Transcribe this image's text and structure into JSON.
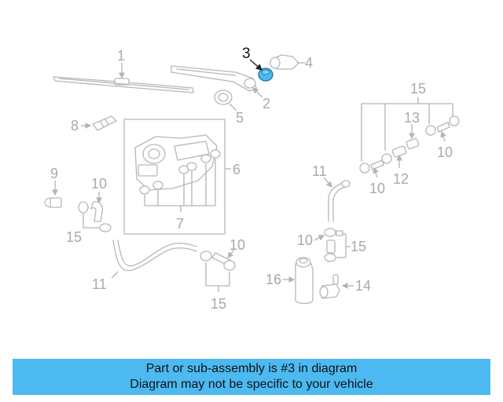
{
  "diagram": {
    "callouts": {
      "c1": "1",
      "c2": "2",
      "c3": "3",
      "c4": "4",
      "c5": "5",
      "c6": "6",
      "c7": "7",
      "c8": "8",
      "c9": "9",
      "c10a": "10",
      "c10b": "10",
      "c10c": "10",
      "c10d": "10",
      "c10e": "10",
      "c11a": "11",
      "c11b": "11",
      "c12": "12",
      "c13": "13",
      "c14": "14",
      "c15a": "15",
      "c15b": "15",
      "c15c": "15",
      "c15d": "15",
      "c16": "16"
    },
    "highlighted_part": "3",
    "highlight_color": "#4db8ef"
  },
  "banner": {
    "line1": "Part or sub-assembly is #3 in diagram",
    "line2": "Diagram may not be specific to your vehicle",
    "background": "#4cbaf1"
  }
}
